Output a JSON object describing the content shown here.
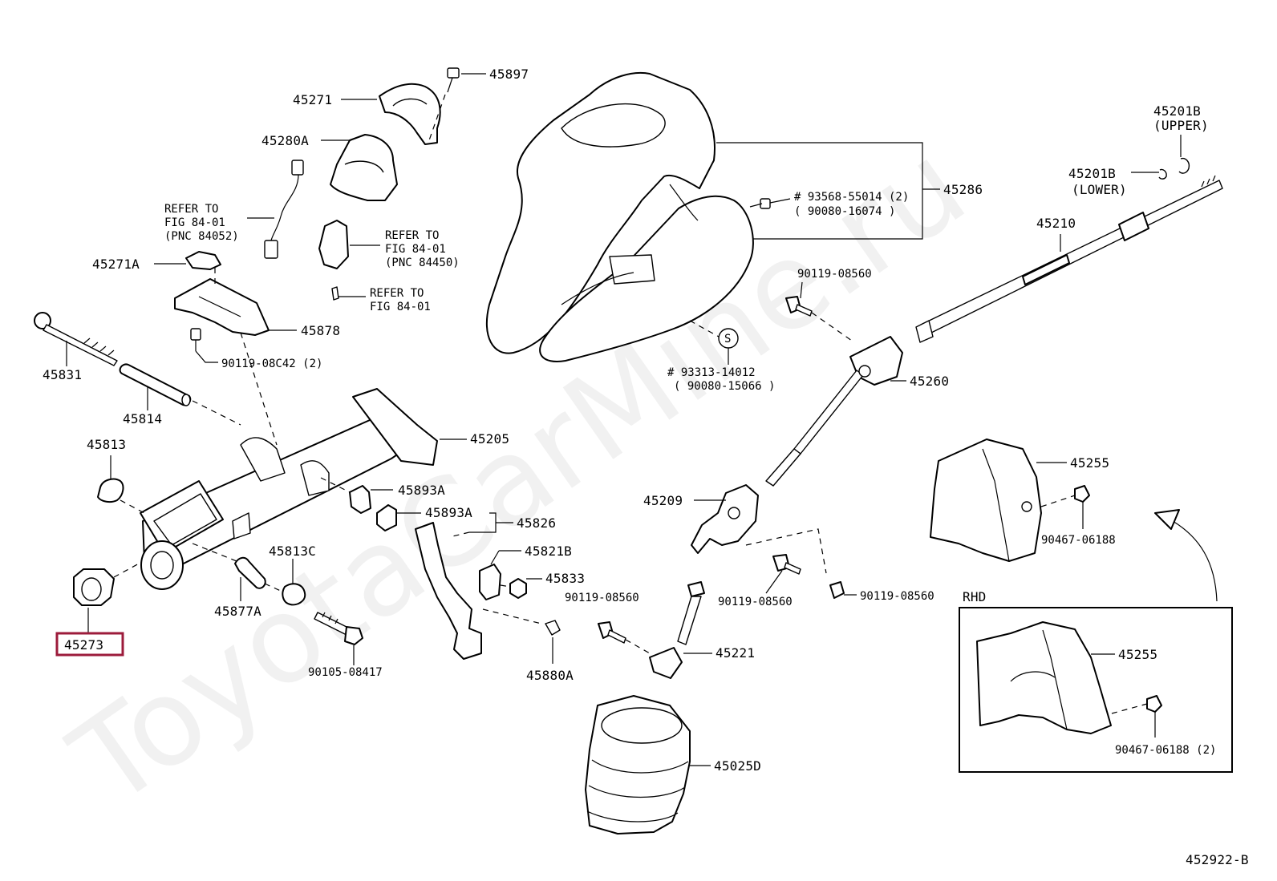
{
  "watermark": "ToyotaCarMine.ru",
  "diagram_code": "452922-B",
  "highlight_color": "#9c1b3b",
  "highlight_part": "45273",
  "labels": {
    "p45897": "45897",
    "p45271": "45271",
    "p45280A": "45280A",
    "refer1_a": "REFER TO",
    "refer1_b": "FIG 84-01",
    "refer1_c": "(PNC 84052)",
    "refer2_a": "REFER TO",
    "refer2_b": "FIG 84-01",
    "refer2_c": "(PNC 84450)",
    "refer3_a": "REFER TO",
    "refer3_b": "FIG 84-01",
    "p45271A": "45271A",
    "p45878": "45878",
    "p90119_08C42": "90119-08C42 (2)",
    "p45831": "45831",
    "p45814": "45814",
    "p45813": "45813",
    "p45205": "45205",
    "p45893A_1": "45893A",
    "p45893A_2": "45893A",
    "p45826": "45826",
    "p45813C": "45813C",
    "p45821B": "45821B",
    "p45833": "45833",
    "p45877A": "45877A",
    "p45273": "45273",
    "p90105_08417": "90105-08417",
    "p90119_08560_a": "90119-08560",
    "p45880A": "45880A",
    "p45286": "45286",
    "p93568_a": "# 93568-55014 (2)",
    "p93568_b": "( 90080-16074 )",
    "p90119_08560_b": "90119-08560",
    "p93313_a": "# 93313-14012",
    "p93313_b": "( 90080-15066 )",
    "s_mark": "S",
    "p45260": "45260",
    "p45210": "45210",
    "p45201B_u": "45201B",
    "upper": "(UPPER)",
    "p45201B_l": "45201B",
    "lower": "(LOWER)",
    "p45209": "45209",
    "p90119_08560_c": "90119-08560",
    "p90119_08560_d": "90119-08560",
    "p45221": "45221",
    "p45025D": "45025D",
    "p45255_a": "45255",
    "p90467_a": "90467-06188",
    "rhd": "RHD",
    "p45255_b": "45255",
    "p90467_b": "90467-06188 (2)"
  }
}
